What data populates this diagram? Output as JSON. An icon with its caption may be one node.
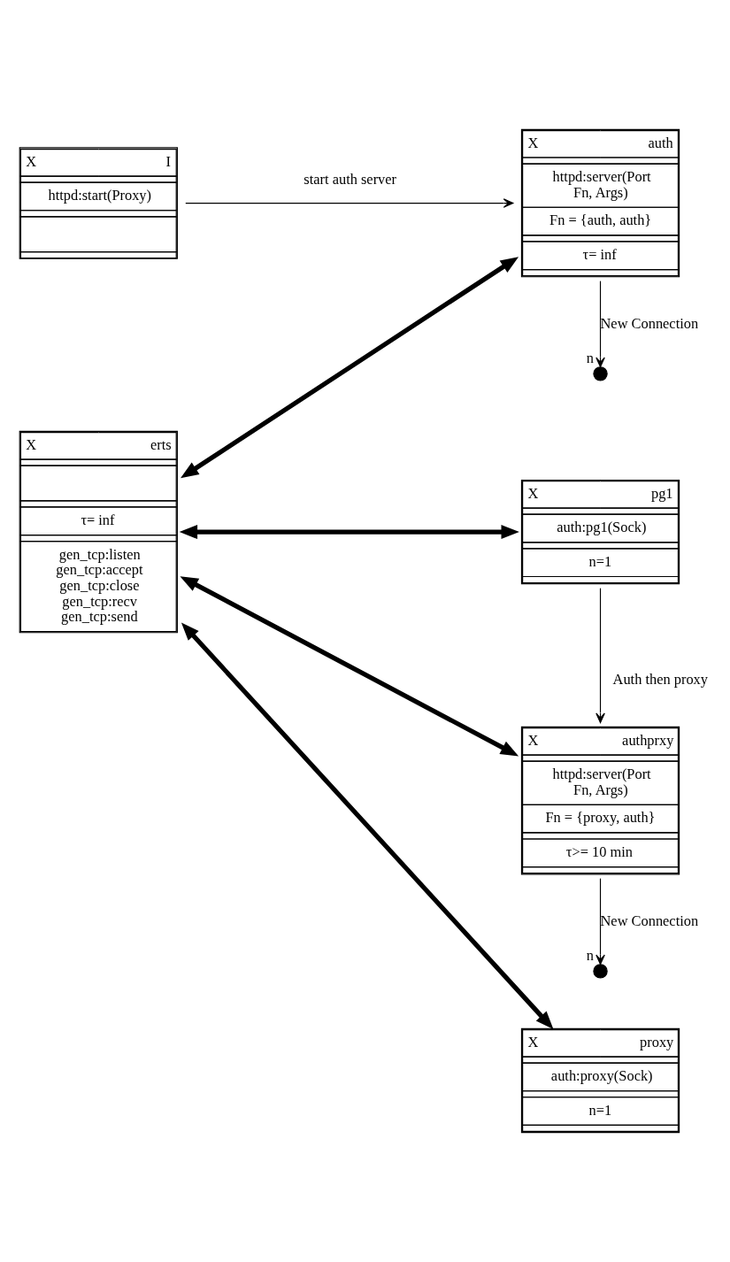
{
  "diagram": {
    "nodes": [
      {
        "text": [
          "X",
          "I",
          "httpd:start(Proxy)"
        ]
      },
      {
        "text": [
          "X",
          "auth",
          "httpd:server(Port Fn, Args)",
          "Fn = {auth, auth}",
          "τ= inf"
        ]
      },
      {
        "text": [
          "X",
          "erts",
          "τ= inf",
          "gen_tcp:listen",
          "gen_tcp:accept",
          "gen_tcp:close",
          "gen_tcp:recv",
          "gen_tcp:send"
        ]
      },
      {
        "text": [],
        "shape": "circle",
        "beside": [
          "n"
        ]
      },
      {
        "text": [
          "X",
          "pg1",
          "auth:pg1(Sock)",
          "n=1"
        ]
      },
      {
        "text": [
          "X",
          "authprxy",
          "httpd:server(Port Fn, Args)",
          "Fn = {proxy, auth}",
          "τ>= 10 min"
        ]
      },
      {
        "text": [],
        "shape": "circle",
        "beside": [
          "n"
        ]
      },
      {
        "text": [
          "X",
          "proxy",
          "auth:proxy(Sock)",
          "n=1"
        ]
      }
    ],
    "edges": [
      {
        "from": 0,
        "to": 1,
        "arrow": "to",
        "label": "start auth server"
      },
      {
        "from": 2,
        "to": 1,
        "arrow": "both",
        "style": "thick"
      },
      {
        "from": 1,
        "to": 3,
        "arrow": "to",
        "label": "New Connection"
      },
      {
        "from": 4,
        "to": 2,
        "arrow": "both",
        "style": "thick"
      },
      {
        "from": 4,
        "to": 5,
        "arrow": "to",
        "label": "Auth then proxy"
      },
      {
        "from": 2,
        "to": 5,
        "arrow": "both",
        "style": "thick"
      },
      {
        "from": 5,
        "to": 6,
        "arrow": "to",
        "label": "New Connection"
      },
      {
        "from": 2,
        "to": 7,
        "arrow": "both",
        "style": "thick"
      }
    ]
  }
}
